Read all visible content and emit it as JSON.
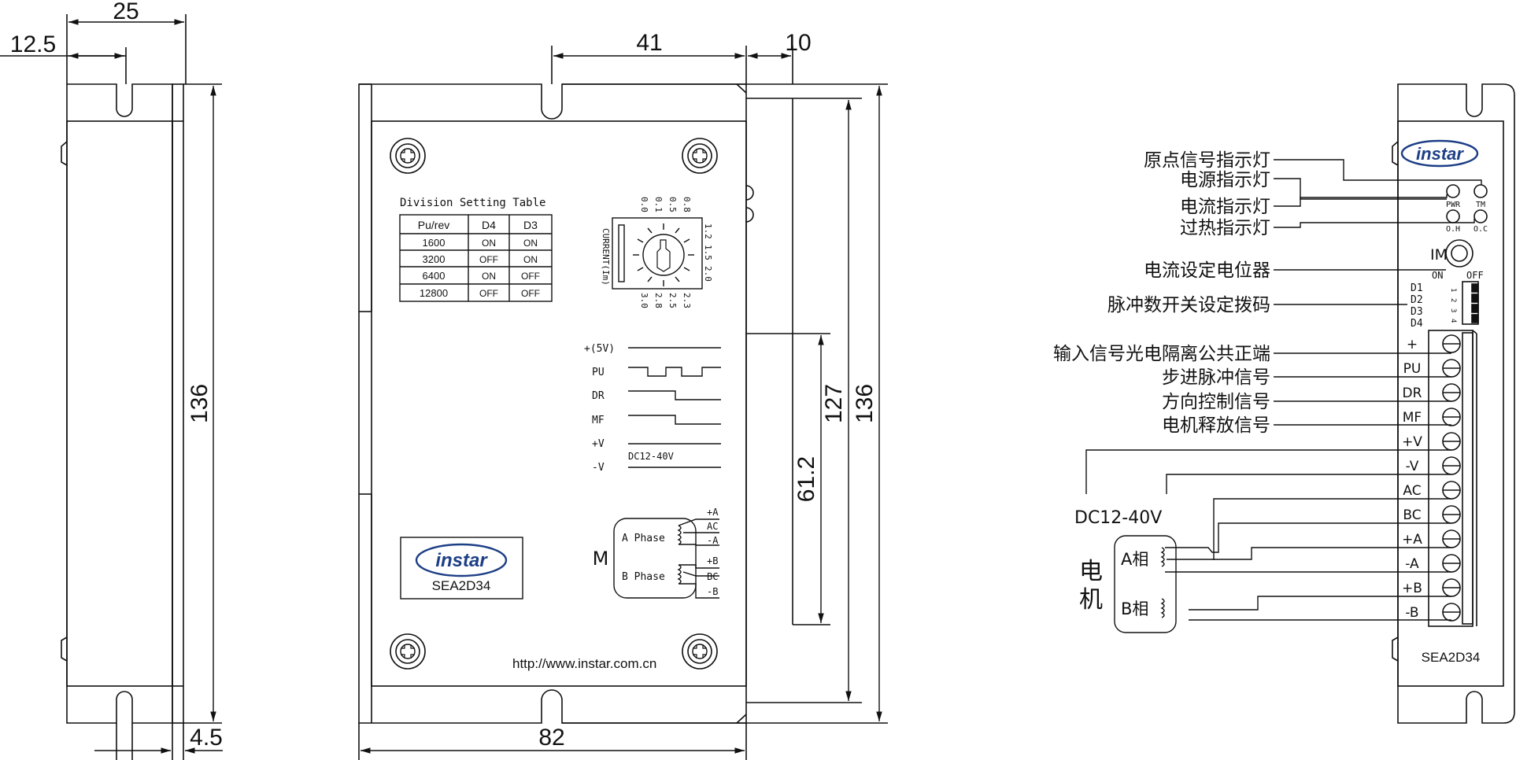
{
  "dimensions": {
    "left_width": "25",
    "left_offset": "12.5",
    "left_height": "136",
    "left_bottom": "4.5",
    "mid_top_a": "41",
    "mid_top_b": "10",
    "mid_width": "82",
    "mid_h_small": "61.2",
    "mid_h_mid": "127",
    "mid_h_full": "136"
  },
  "division_table": {
    "title": "Division Setting Table",
    "headers": [
      "Pu/rev",
      "D4",
      "D3"
    ],
    "rows": [
      [
        "1600",
        "ON",
        "ON"
      ],
      [
        "3200",
        "OFF",
        "ON"
      ],
      [
        "6400",
        "ON",
        "OFF"
      ],
      [
        "12800",
        "OFF",
        "OFF"
      ]
    ]
  },
  "current_dial": {
    "label": "CURRENT(Im)",
    "top_values": [
      {
        "a": "0.0",
        "b": "0.1",
        "c": "0.5",
        "d": "0.8"
      }
    ],
    "top_row1": [
      "0.0",
      "0.1",
      "0.5",
      "0.8"
    ],
    "right_col": [
      "1.2",
      "1.5",
      "2.0"
    ],
    "bottom_row": [
      "3.0",
      "2.8",
      "2.5",
      "2.3"
    ]
  },
  "timing": {
    "signals": [
      "+(5V)",
      "PU",
      "DR",
      "MF",
      "+V",
      "-V"
    ],
    "supply_label": "DC12-40V"
  },
  "motor": {
    "letter": "M",
    "phase_a": "A Phase",
    "phase_b": "B Phase",
    "pins_a": [
      "+A",
      "AC",
      "-A"
    ],
    "pins_b": [
      "+B",
      "BC",
      "-B"
    ]
  },
  "brand": {
    "logo": "instar",
    "model": "SEA2D34",
    "url": "http://www.instar.com.cn"
  },
  "right_panel": {
    "led_labels": [
      "PWR",
      "TM",
      "O.H",
      "O.C"
    ],
    "pot_label": "IM",
    "switch_on": "ON",
    "switch_off": "OFF",
    "switch_ids": [
      "D1",
      "D2",
      "D3",
      "D4"
    ],
    "switch_nums": [
      "1",
      "2",
      "3",
      "4"
    ],
    "terminals": [
      "+",
      "PU",
      "DR",
      "MF",
      "+V",
      "-V",
      "AC",
      "BC",
      "+A",
      "-A",
      "+B",
      "-B"
    ],
    "callouts": [
      "原点信号指示灯",
      "电源指示灯",
      "电流指示灯",
      "过热指示灯",
      "电流设定电位器",
      "脉冲数开关设定拨码",
      "输入信号光电隔离公共正端",
      "步进脉冲信号",
      "方向控制信号",
      "电机释放信号"
    ],
    "supply": "DC12-40V",
    "motor_label": [
      "电",
      "机"
    ],
    "coil_a": "A相",
    "coil_b": "B相"
  }
}
